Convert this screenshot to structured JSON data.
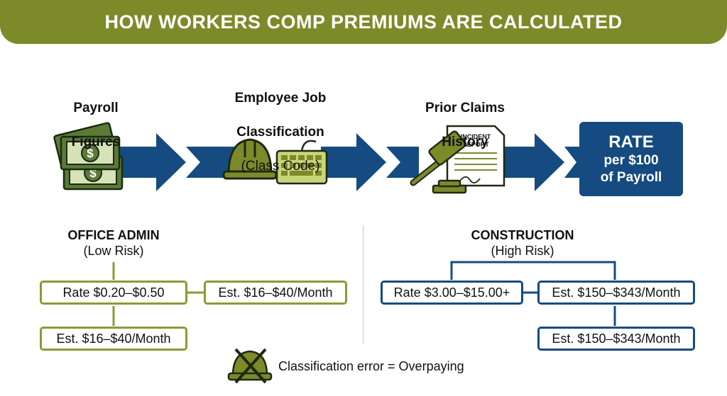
{
  "title": "HOW WORKERS COMP PREMIUMS ARE CALCULATED",
  "steps": {
    "payroll": {
      "line1": "Payroll",
      "line2": "Figures"
    },
    "classification": {
      "line1": "Employee Job",
      "line2": "Classification",
      "line3": "(Class Code)"
    },
    "claims": {
      "line1": "Prior Claims",
      "line2": "History",
      "report_line1": "INCIDENT",
      "report_line2": "REPORT"
    }
  },
  "result": {
    "line1": "RATE",
    "line2": "per $100",
    "line3": "of Payroll"
  },
  "office": {
    "title": "OFFICE ADMIN",
    "risk": "(Low Risk)",
    "rate": "Rate $0.20–$0.50",
    "est_right": "Est. $16–$40/Month",
    "est_below": "Est. $16–$40/Month"
  },
  "construction": {
    "title": "CONSTRUCTION",
    "risk": "(High Risk)",
    "rate": "Rate $3.00–$15.00+",
    "est_right": "Est. $150–$343/Month",
    "est_below": "Est. $150–$343/Month"
  },
  "footer": {
    "text": "Classification error = Overpaying"
  },
  "colors": {
    "olive": "#7d8a2a",
    "navy": "#154b80",
    "money_green": "#5a7a36"
  }
}
